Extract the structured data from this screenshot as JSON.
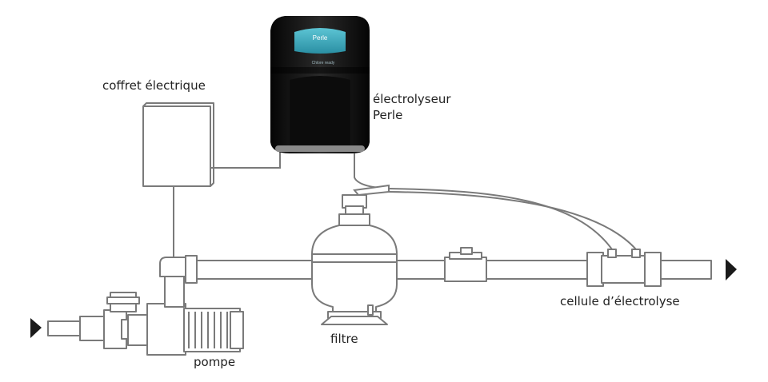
{
  "labels": {
    "coffret": "coffret électrique",
    "electrolyseur_line1": "électrolyseur",
    "electrolyseur_line2": "Perle",
    "filtre": "filtre",
    "cellule": "cellule d’électrolyse",
    "pompe": "pompe"
  },
  "device": {
    "brand": "Perle",
    "display_text": "Chlore  ready"
  },
  "colors": {
    "stroke": "#7a7a7a",
    "fill": "#ffffff",
    "device_body": "#111111",
    "device_screen": "#3aa5b8",
    "arrow": "#1a1a1a"
  }
}
